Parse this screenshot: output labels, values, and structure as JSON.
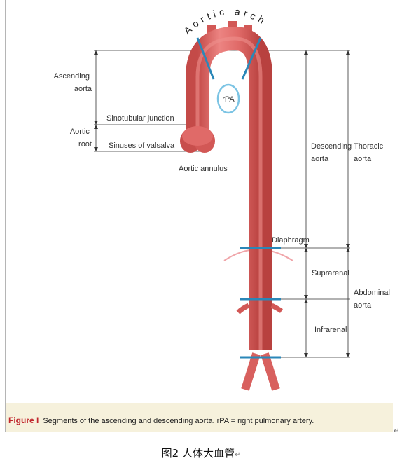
{
  "labels": {
    "aortic_arch": "Aortic arch",
    "ascending_aorta": [
      "Ascending",
      "aorta"
    ],
    "sinotubular_junction": "Sinotubular junction",
    "aortic_root": [
      "Aortic",
      "root"
    ],
    "sinuses_of_valsalva": "Sinuses of valsalva",
    "aortic_annulus": "Aortic annulus",
    "rpa": "rPA",
    "descending_aorta": [
      "Descending",
      "aorta"
    ],
    "thoracic_aorta": [
      "Thoracic",
      "aorta"
    ],
    "diaphragm": "Diaphragm",
    "suprarenal": "Suprarenal",
    "abdominal_aorta": [
      "Abdominal",
      "aorta"
    ],
    "infrarenal": "Infrarenal"
  },
  "figure_caption": {
    "label": "Figure I",
    "text": "Segments of the ascending and descending aorta. rPA = right pulmonary artery."
  },
  "page_caption": "图2  人体大血管",
  "para_mark": "↵",
  "colors": {
    "vessel": "#e06a68",
    "vessel_dark": "#b8413f",
    "marker": "#2a87b8",
    "rpa_ring": "#7cc4e4",
    "caption_bg": "#f6f1dc",
    "figure_label": "#c1272d"
  }
}
